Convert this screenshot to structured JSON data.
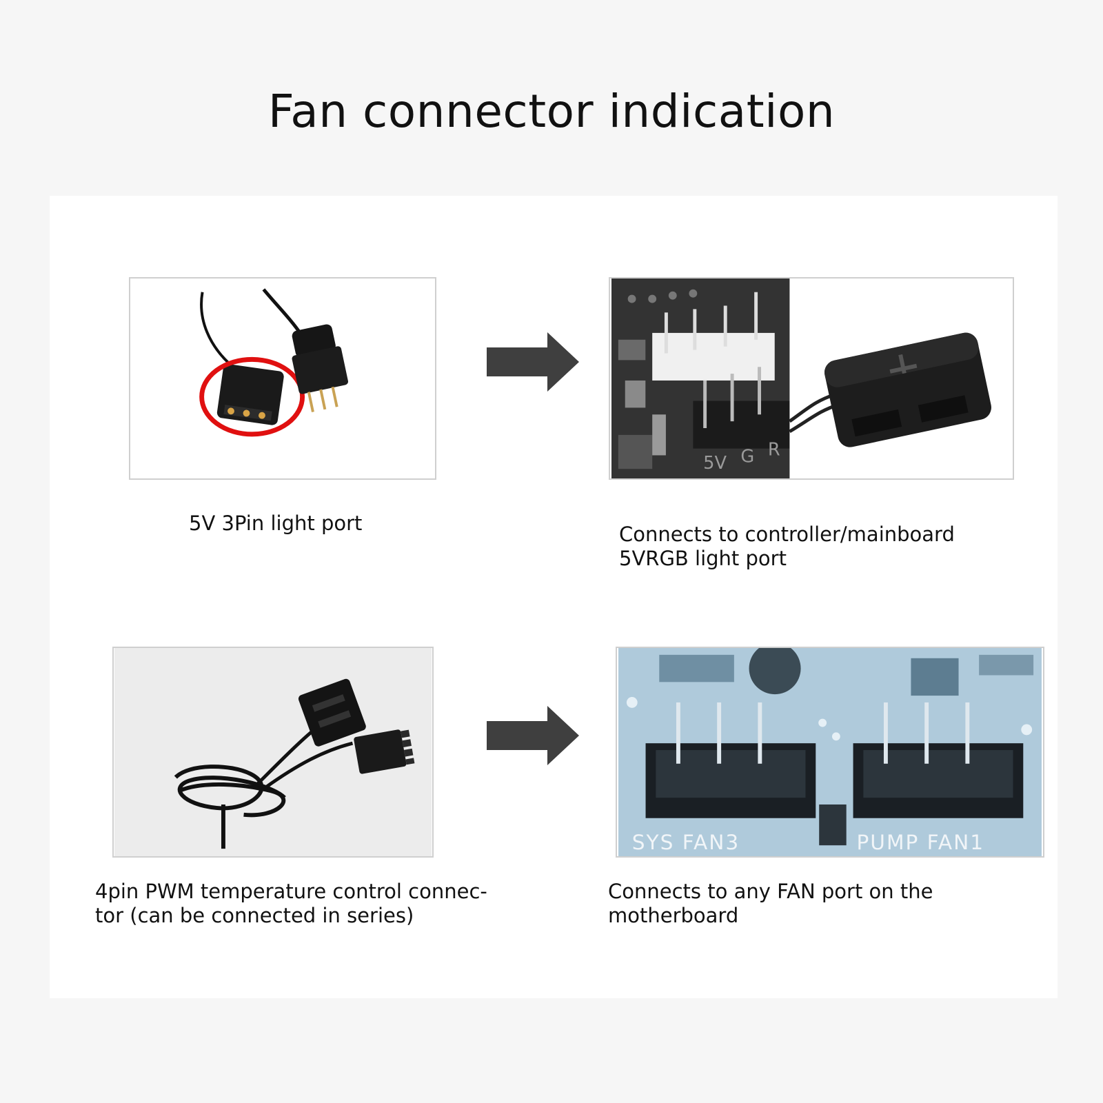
{
  "title": "Fan connector indication",
  "rows": [
    {
      "left_caption": "5V 3Pin light port",
      "right_caption_line1": "Connects to controller/mainboard",
      "right_caption_line2": "5VRGB light port"
    },
    {
      "left_caption_line1": "4pin PWM temperature control connec-",
      "left_caption_line2": "tor (can be connected in series)",
      "right_caption_line1": "Connects to any FAN port on the",
      "right_caption_line2": "motherboard",
      "board_label_left": "SYS FAN3",
      "board_label_right": "PUMP FAN1",
      "board_silk_1": "5V",
      "board_silk_2": "G",
      "board_silk_3": "R"
    }
  ],
  "colors": {
    "arrow": "#3f3f3f",
    "highlight_circle": "#e01010",
    "board_blue": "#b9d3e2"
  },
  "icons": [
    "arrow-right-icon",
    "highlight-circle-icon"
  ]
}
